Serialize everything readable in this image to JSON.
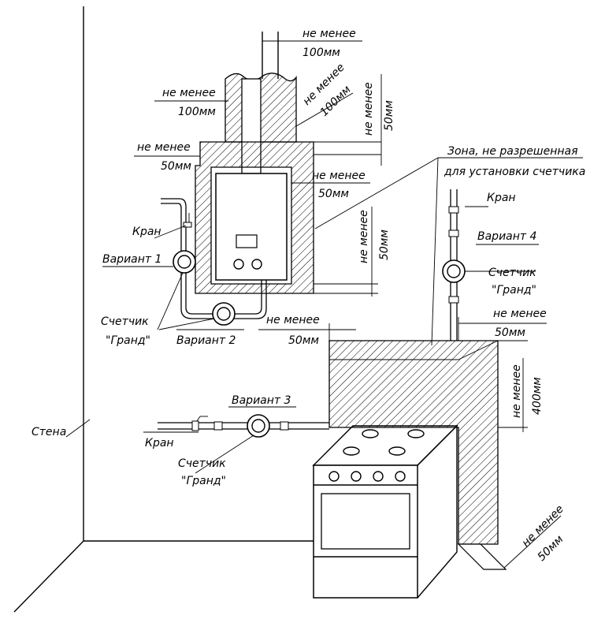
{
  "labels": {
    "wall": "Стена",
    "tap": "Кран",
    "meter_line1": "Счетчик",
    "meter_line2": "\"Гранд\"",
    "variant1": "Вариант 1",
    "variant2": "Вариант 2",
    "variant3": "Вариант 3",
    "variant4": "Вариант 4",
    "zone_line1": "Зона, не разрешенная",
    "zone_line2": "для установки счетчика"
  },
  "dimensions": {
    "not_less": "не менее",
    "d100": "100мм",
    "d50": "50мм",
    "d400": "400мм"
  },
  "colors": {
    "ink": "#000000",
    "background": "#ffffff"
  }
}
